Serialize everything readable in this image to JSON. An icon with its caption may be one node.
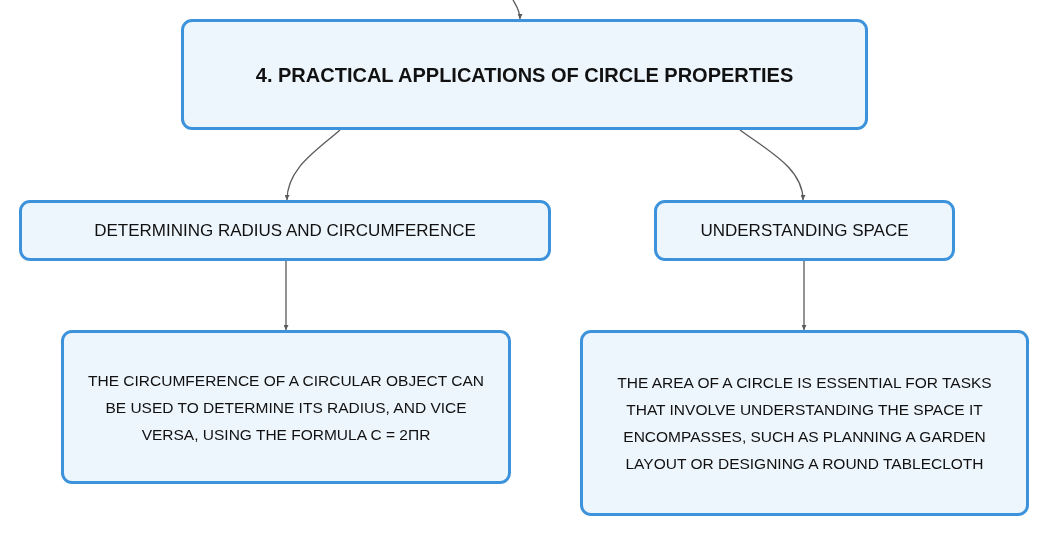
{
  "diagram": {
    "nodes": [
      {
        "text": [
          "4. PRACTICAL APPLICATIONS OF CIRCLE PROPERTIES"
        ]
      },
      {
        "text": [
          "DETERMINING RADIUS AND CIRCUMFERENCE"
        ]
      },
      {
        "text": [
          "UNDERSTANDING SPACE"
        ]
      },
      {
        "text": [
          "THE CIRCUMFERENCE OF A CIRCULAR OBJECT CAN BE USED TO DETERMINE ITS RADIUS, AND VICE VERSA, USING THE FORMULA C = 2ΠR"
        ]
      },
      {
        "text": [
          "THE AREA OF A CIRCLE IS ESSENTIAL FOR TASKS THAT INVOLVE UNDERSTANDING THE SPACE IT ENCOMPASSES, SUCH AS PLANNING A GARDEN LAYOUT OR DESIGNING A ROUND TABLECLOTH"
        ]
      }
    ],
    "edges": [
      {
        "from": null,
        "to": 0,
        "arrow": "to"
      },
      {
        "from": 0,
        "to": 1,
        "arrow": "to"
      },
      {
        "from": 0,
        "to": 2,
        "arrow": "to"
      },
      {
        "from": 1,
        "to": 3,
        "arrow": "to"
      },
      {
        "from": 2,
        "to": 4,
        "arrow": "to"
      }
    ]
  }
}
